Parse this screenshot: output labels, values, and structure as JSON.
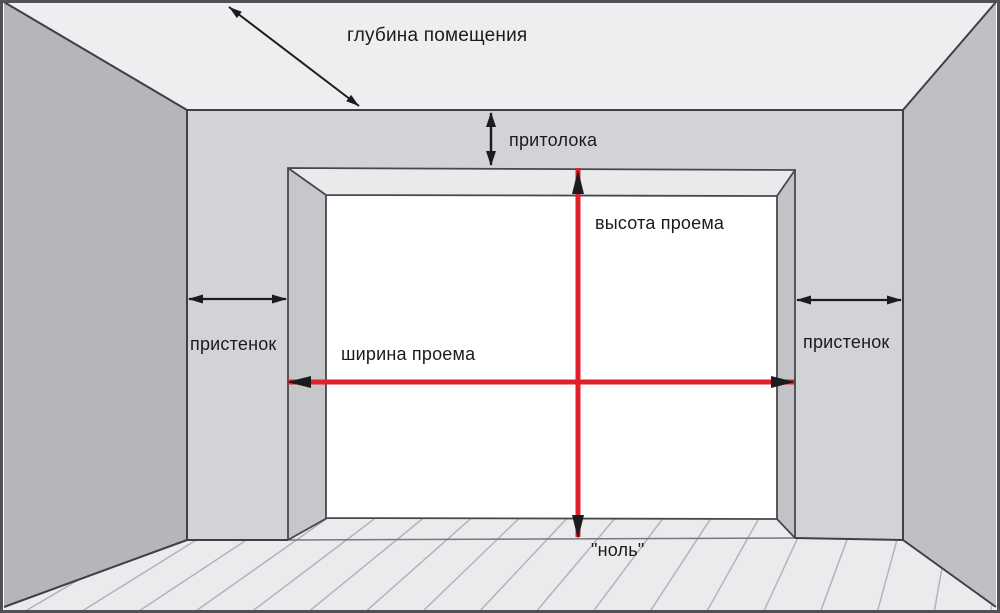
{
  "labels": {
    "room_depth": "глубина помещения",
    "lintel": "притолока",
    "opening_height": "высота проема",
    "opening_width": "ширина проема",
    "sidewall_left": "пристенок",
    "sidewall_right": "пристенок",
    "zero_level": "\"ноль\""
  },
  "colors": {
    "measurement_line": "#e0202a",
    "dimension_arrow": "#1c1c1e",
    "text": "#1b1b1b"
  }
}
